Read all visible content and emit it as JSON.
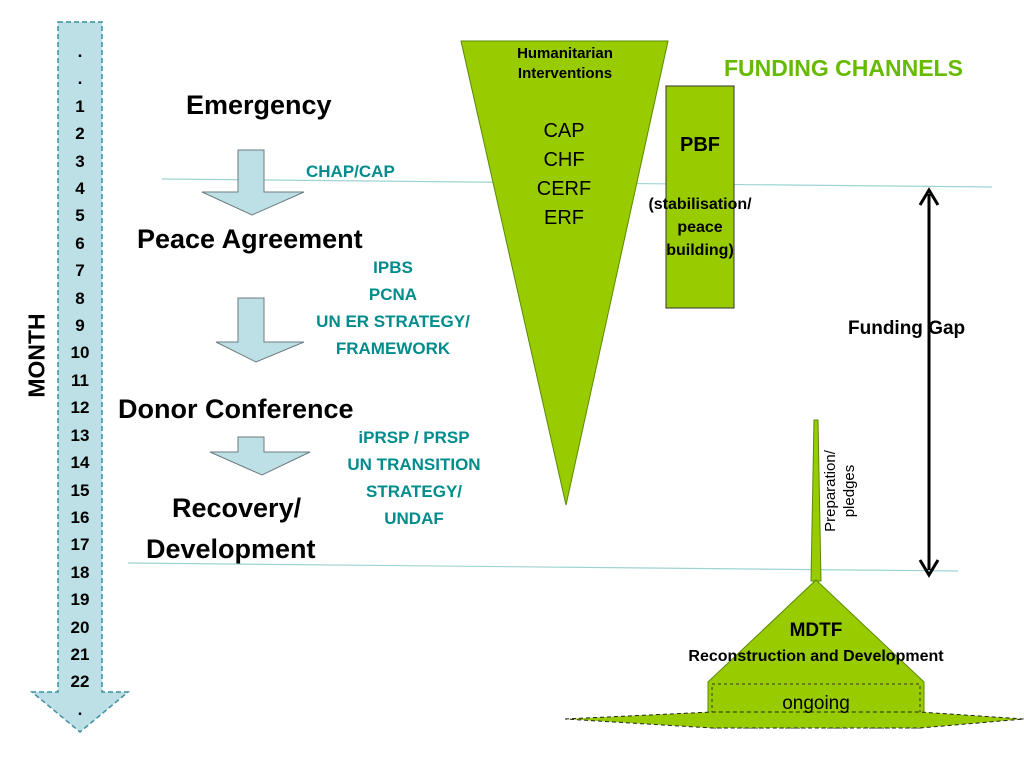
{
  "title": "FUNDING CHANNELS",
  "month_axis": {
    "label": "MONTH",
    "items": [
      ".",
      ".",
      "1",
      "2",
      "3",
      "4",
      "5",
      "6",
      "7",
      "8",
      "9",
      "10",
      "11",
      "12",
      "13",
      "14",
      "15",
      "16",
      "17",
      "18",
      "19",
      "20",
      "21",
      "22",
      "."
    ]
  },
  "stages": {
    "emergency": "Emergency",
    "peace_agreement": "Peace Agreement",
    "donor_conference": "Donor Conference",
    "recovery": "Recovery/",
    "development": "Development"
  },
  "instruments": {
    "chap": "CHAP/CAP",
    "group2": [
      "IPBS",
      "PCNA",
      "UN ER STRATEGY/",
      "FRAMEWORK"
    ],
    "group3": [
      "iPRSP / PRSP",
      "UN TRANSITION",
      "STRATEGY/",
      "UNDAF"
    ]
  },
  "humanitarian": {
    "header": [
      "Humanitarian",
      "Interventions"
    ],
    "items": [
      "CAP",
      "CHF",
      "CERF",
      "ERF"
    ]
  },
  "pbf": {
    "label": "PBF",
    "sub": [
      "(stabilisation/",
      "peace",
      "building)"
    ]
  },
  "funding_gap": "Funding Gap",
  "preparation": [
    "Preparation/",
    "pledges"
  ],
  "mdtf": {
    "label": "MDTF",
    "sub": "Reconstruction and Development",
    "status": "ongoing"
  },
  "colors": {
    "green": "#99cc00",
    "teal_text": "#008c8c",
    "arrow_fill": "#bde0e6",
    "title_green": "#66bb00"
  }
}
